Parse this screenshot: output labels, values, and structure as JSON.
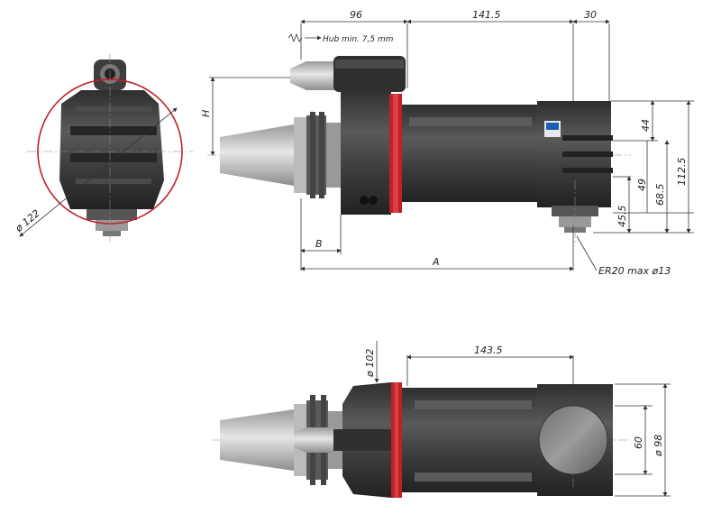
{
  "top_dimensions": {
    "d1": "96",
    "d2": "141.5",
    "d3": "30"
  },
  "stroke_note": "Hub min. 7,5 mm",
  "labels": {
    "h": "H",
    "b": "B",
    "a": "A",
    "dia122": "ø 122",
    "collet": "ER20  max  ø13"
  },
  "right_dimensions": {
    "v44": "44",
    "v49": "49",
    "v45_5": "45.5",
    "v68_5": "68.5",
    "v112_5": "112.5"
  },
  "bottom_view": {
    "d143_5": "143.5",
    "dia102": "ø 102",
    "v60": "60",
    "dia98": "ø 98"
  },
  "colors": {
    "body_dark": "#3a3a3a",
    "body_mid": "#555555",
    "cone": "#bdbdbd",
    "accent_red": "#c0202a",
    "line": "#333333"
  }
}
